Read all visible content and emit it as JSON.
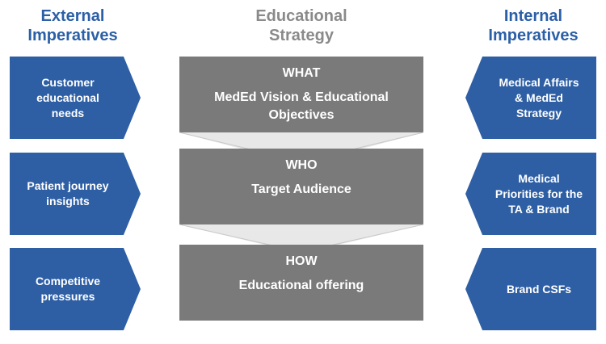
{
  "headings": {
    "left": [
      "External",
      "Imperatives"
    ],
    "center": [
      "Educational",
      "Strategy"
    ],
    "right": [
      "Internal",
      "Imperatives"
    ]
  },
  "external": [
    [
      "Customer",
      "educational",
      "needs"
    ],
    [
      "Patient journey",
      "insights"
    ],
    [
      "Competitive",
      "pressures"
    ]
  ],
  "strategy": [
    {
      "title": "WHAT",
      "lines": [
        "MedEd Vision & Educational",
        "Objectives"
      ]
    },
    {
      "title": "WHO",
      "lines": [
        "Target Audience"
      ]
    },
    {
      "title": "HOW",
      "lines": [
        "Educational offering"
      ]
    }
  ],
  "internal": [
    [
      "Medical Affairs",
      "& MedEd",
      "Strategy"
    ],
    [
      "Medical",
      "Priorities for the",
      "TA & Brand"
    ],
    [
      "Brand CSFs"
    ]
  ],
  "colors": {
    "blue": "#2e5fa4",
    "gray": "#7a7a7a",
    "heading_gray": "#8a8a8a"
  }
}
